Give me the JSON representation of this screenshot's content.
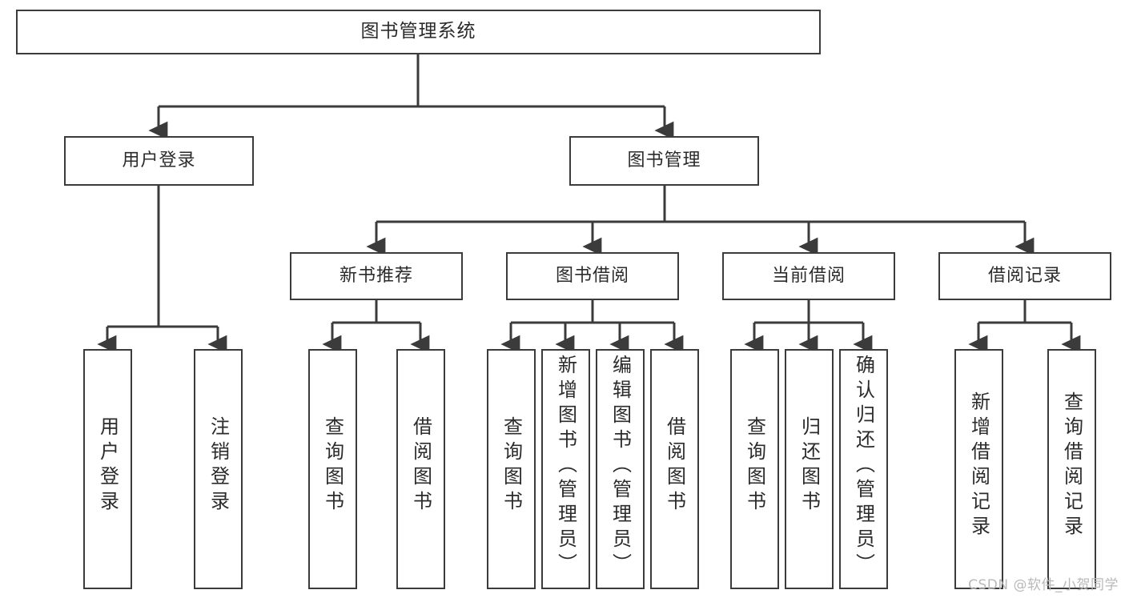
{
  "diagram": {
    "title": "图书管理系统",
    "type": "tree-hierarchy",
    "root": {
      "label": "图书管理系统"
    },
    "level2": [
      {
        "label": "用户登录"
      },
      {
        "label": "图书管理"
      }
    ],
    "level3": [
      {
        "label": "新书推荐"
      },
      {
        "label": "图书借阅"
      },
      {
        "label": "当前借阅"
      },
      {
        "label": "借阅记录"
      }
    ],
    "leaves": {
      "user_login": [
        {
          "label": "用户登录"
        },
        {
          "label": "注销登录"
        }
      ],
      "new_book_recommend": [
        {
          "label": "查询图书"
        },
        {
          "label": "借阅图书"
        }
      ],
      "book_borrow": [
        {
          "label": "查询图书"
        },
        {
          "label": "新增图书（管理员）"
        },
        {
          "label": "编辑图书（管理员）"
        },
        {
          "label": "借阅图书"
        }
      ],
      "current_borrow": [
        {
          "label": "查询图书"
        },
        {
          "label": "归还图书"
        },
        {
          "label": "确认归还（管理员）"
        }
      ],
      "borrow_record": [
        {
          "label": "新增借阅记录"
        },
        {
          "label": "查询借阅记录"
        }
      ]
    }
  },
  "watermark": {
    "text": "CSDN @软件_小贺同学"
  },
  "colors": {
    "border": "#3b3b3b",
    "background": "#ffffff",
    "text": "#2b2b2b",
    "watermark": "#b9b9b9"
  }
}
